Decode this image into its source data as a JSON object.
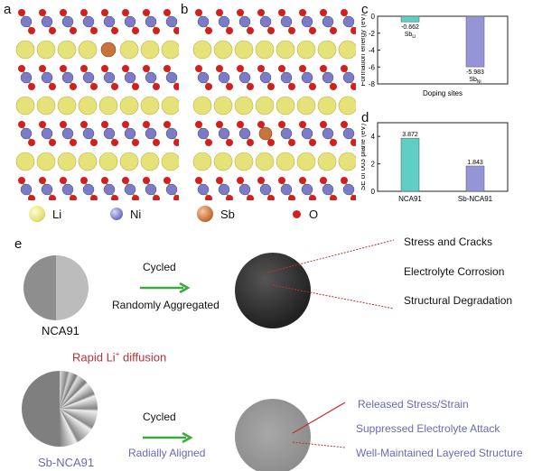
{
  "panels": {
    "a": "a",
    "b": "b",
    "c": "c",
    "d": "d",
    "e": "e"
  },
  "legend": [
    {
      "label": "Li",
      "color": "#e6e27a"
    },
    {
      "label": "Ni",
      "color": "#7b7bc8"
    },
    {
      "label": "Sb",
      "color": "#c8743a"
    },
    {
      "label": "O",
      "color": "#d02020"
    }
  ],
  "chart_data": [
    {
      "type": "bar",
      "title": "",
      "xlabel": "Doping sites",
      "ylabel": "Formation energy (eV)",
      "categories": [
        "SbLi",
        "SbNi"
      ],
      "category_labels": [
        {
          "main": "Sb",
          "sub": "Li"
        },
        {
          "main": "Sb",
          "sub": "Ni"
        }
      ],
      "values": [
        -0.662,
        -5.983
      ],
      "value_labels": [
        "-0.662",
        "-5.983"
      ],
      "colors": [
        "#5fcfc4",
        "#9595d6"
      ],
      "ylim": [
        -8,
        0
      ],
      "yticks": [
        "0",
        "-2",
        "-4",
        "-6",
        "-8"
      ]
    },
    {
      "type": "bar",
      "title": "",
      "xlabel": "",
      "ylabel": "SE of 003 plane (eV)",
      "categories": [
        "NCA91",
        "Sb-NCA91"
      ],
      "values": [
        3.872,
        1.843
      ],
      "value_labels": [
        "3.872",
        "1.843"
      ],
      "colors": [
        "#5fcfc4",
        "#9595d6"
      ],
      "ylim": [
        0,
        5
      ],
      "yticks": [
        "0",
        "2",
        "4"
      ]
    }
  ],
  "e": {
    "top": {
      "sample": "NCA91",
      "arrow_top": "Cycled",
      "arrow_bottom": "Randomly Aggregated",
      "effects": [
        "Stress and Cracks",
        "Electrolyte Corrosion",
        "Structural Degradation"
      ]
    },
    "bottom": {
      "sample": "Sb-NCA91",
      "note": "Rapid Li",
      "note_sup": "+",
      "note_rest": " diffusion",
      "arrow_top": "Cycled",
      "arrow_bottom": "Radially Aligned",
      "effects": [
        "Released Stress/Strain",
        "Suppressed Electrolyte Attack",
        "Well-Maintained Layered Structure"
      ]
    }
  }
}
